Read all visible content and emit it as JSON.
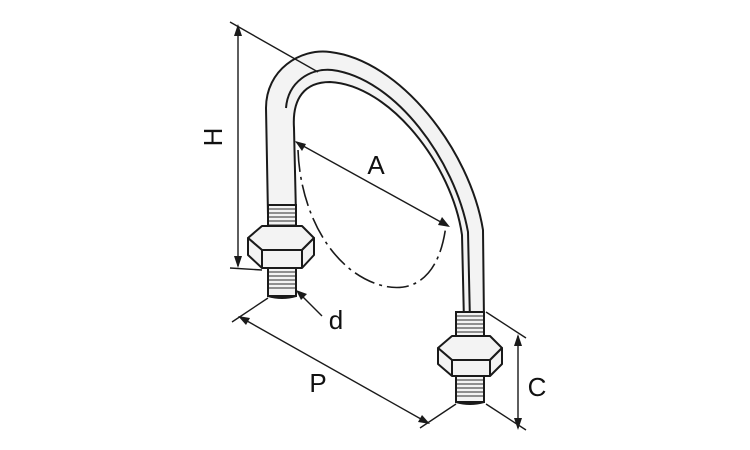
{
  "labels": {
    "height": "H",
    "inner_width": "A",
    "thread_diameter": "d",
    "pitch": "P",
    "thread_length": "C"
  },
  "colors": {
    "line": "#1a1a1a",
    "fill": "#f3f3f3",
    "thread": "#6e6e6e",
    "background": "#ffffff"
  }
}
